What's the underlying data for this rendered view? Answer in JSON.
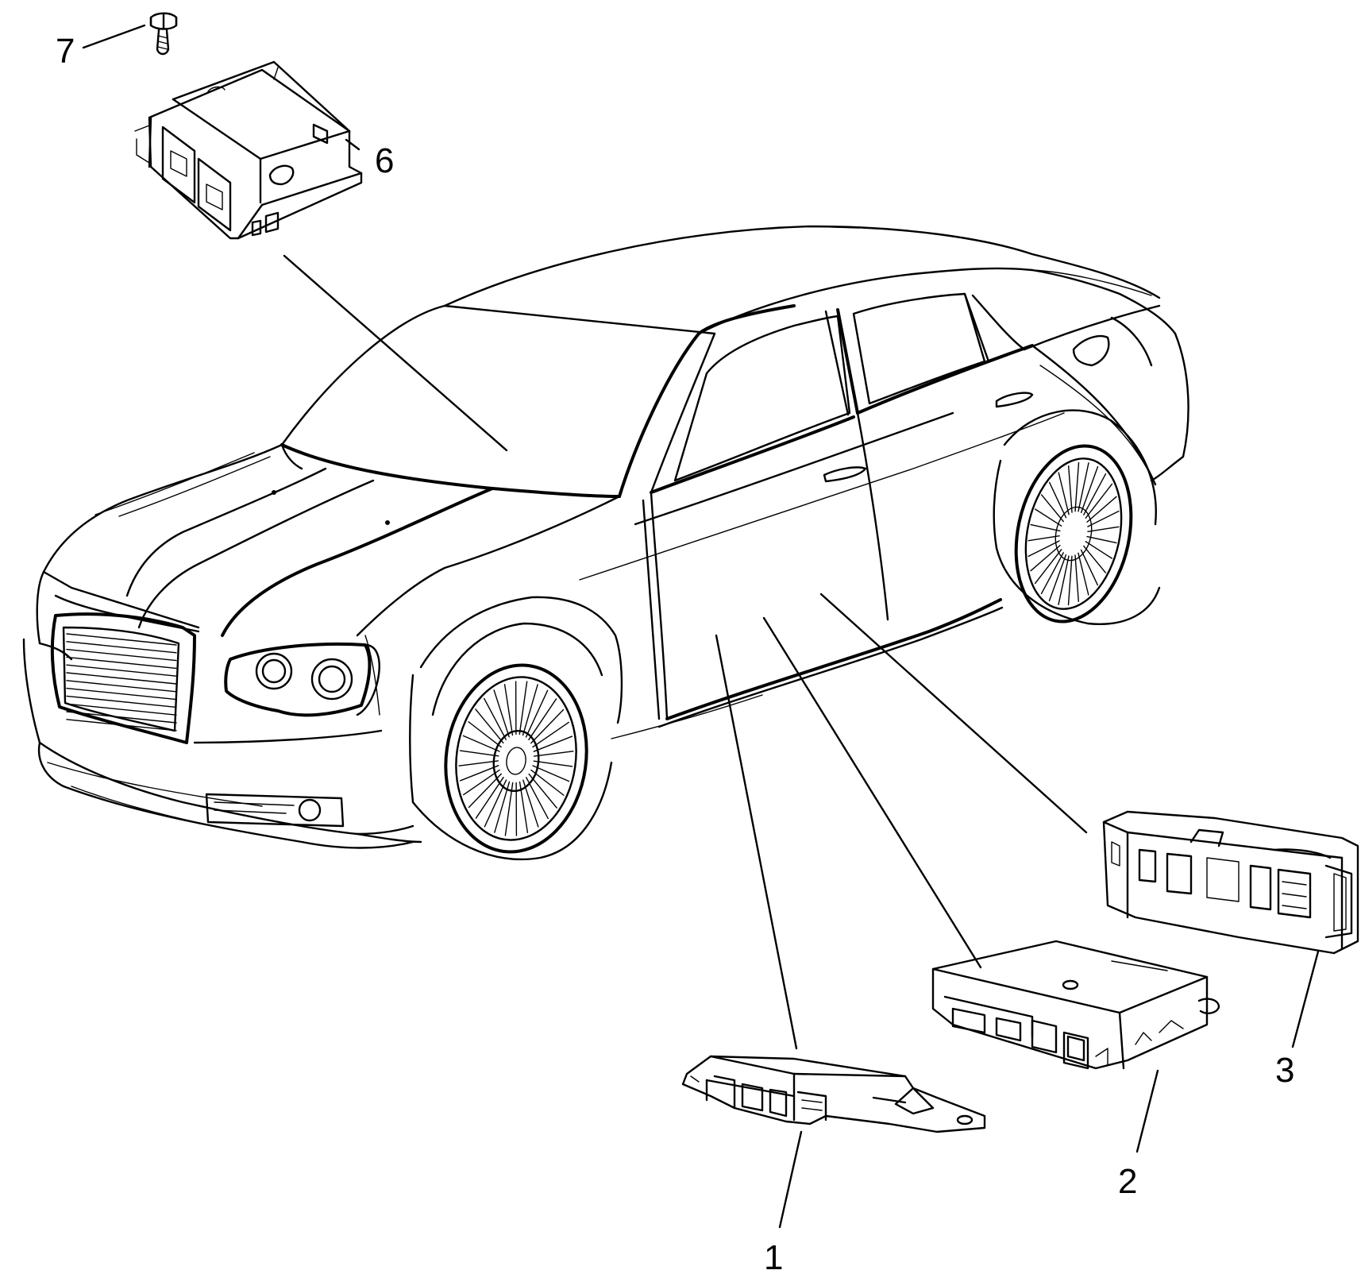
{
  "colors": {
    "ink": "#000000",
    "background": "#ffffff"
  },
  "callouts": [
    {
      "id": "1",
      "label": "1"
    },
    {
      "id": "2",
      "label": "2"
    },
    {
      "id": "3",
      "label": "3"
    },
    {
      "id": "6",
      "label": "6"
    },
    {
      "id": "7",
      "label": "7"
    }
  ]
}
